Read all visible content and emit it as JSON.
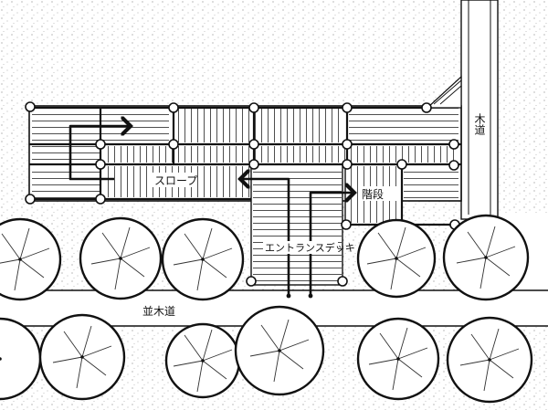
{
  "labels": {
    "slope": "スロープ",
    "stairs": "階段",
    "entrance_deck": "エントランスデッキ",
    "tree_lined_road": "並木道",
    "wooden_road": "木道"
  },
  "colors": {
    "ink": "#111111",
    "paper": "#ffffff",
    "stipple": "#9a9a9a"
  }
}
